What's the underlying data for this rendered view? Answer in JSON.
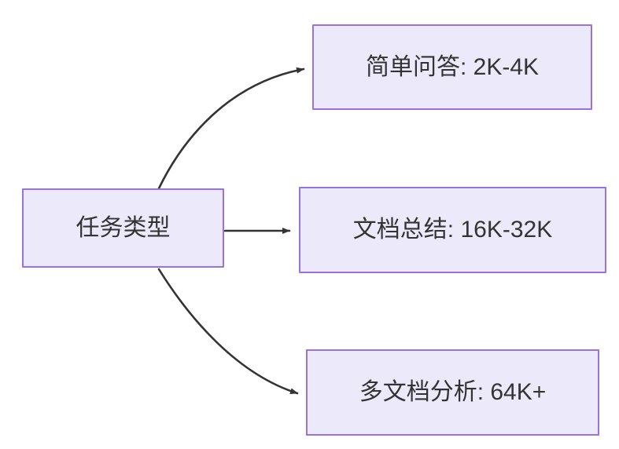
{
  "diagram": {
    "type": "flowchart",
    "direction": "left-to-right",
    "background_color": "#ffffff",
    "node_fill_color": "#ECEAFA",
    "node_border_color": "#9673E0",
    "node_text_color": "#333333",
    "edge_color": "#333333",
    "source": {
      "id": "task-type",
      "label": "任务类型"
    },
    "targets": [
      {
        "id": "simple-qa",
        "label": "简单问答: 2K-4K"
      },
      {
        "id": "doc-summary",
        "label": "文档总结: 16K-32K"
      },
      {
        "id": "multi-doc-analysis",
        "label": "多文档分析: 64K+"
      }
    ],
    "edges": [
      {
        "from": "task-type",
        "to": "simple-qa",
        "style": "curved",
        "arrowhead": "solid-triangle"
      },
      {
        "from": "task-type",
        "to": "doc-summary",
        "style": "straight",
        "arrowhead": "solid-triangle"
      },
      {
        "from": "task-type",
        "to": "multi-doc-analysis",
        "style": "curved",
        "arrowhead": "solid-triangle"
      }
    ]
  }
}
